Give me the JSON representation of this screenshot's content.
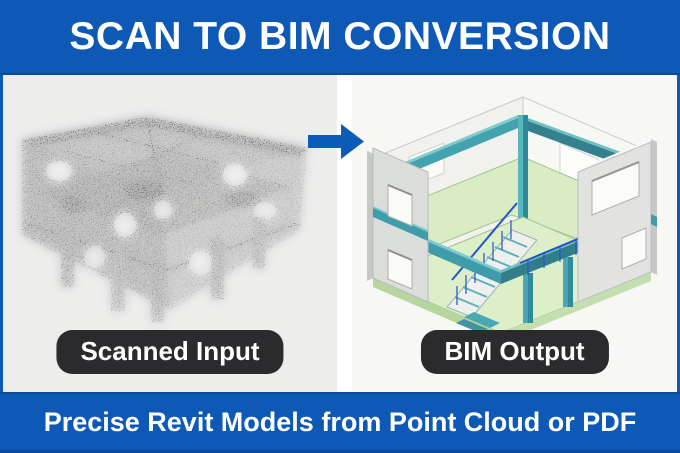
{
  "header": {
    "title": "SCAN TO BIM CONVERSION"
  },
  "panels": {
    "left": {
      "label": "Scanned Input"
    },
    "right": {
      "label": "BIM Output"
    }
  },
  "arrow": {
    "icon": "right-arrow-icon",
    "direction": "right"
  },
  "footer": {
    "text": "Precise Revit Models from Point Cloud or PDF"
  },
  "colors": {
    "banner_blue": "#0d59b5",
    "banner_edge": "#0a4a99",
    "arrow_blue": "#0b5cb8",
    "pill_background": "#2b2b2d",
    "pill_text": "#ffffff",
    "left_panel_background": "#ededec",
    "right_panel_background": "#f7f7f5",
    "divider": "#ffffff",
    "bim_teal_dark": "#2f8b99",
    "bim_teal": "#3f9dab",
    "bim_teal_light": "#7fcccb",
    "bim_green": "#d9ecc3",
    "bim_green_edge": "#a6c48e",
    "bim_wall_gray": "#dbdddb",
    "railing_blue": "#2456c5",
    "pointcloud_gray": "#9c9c9c"
  }
}
